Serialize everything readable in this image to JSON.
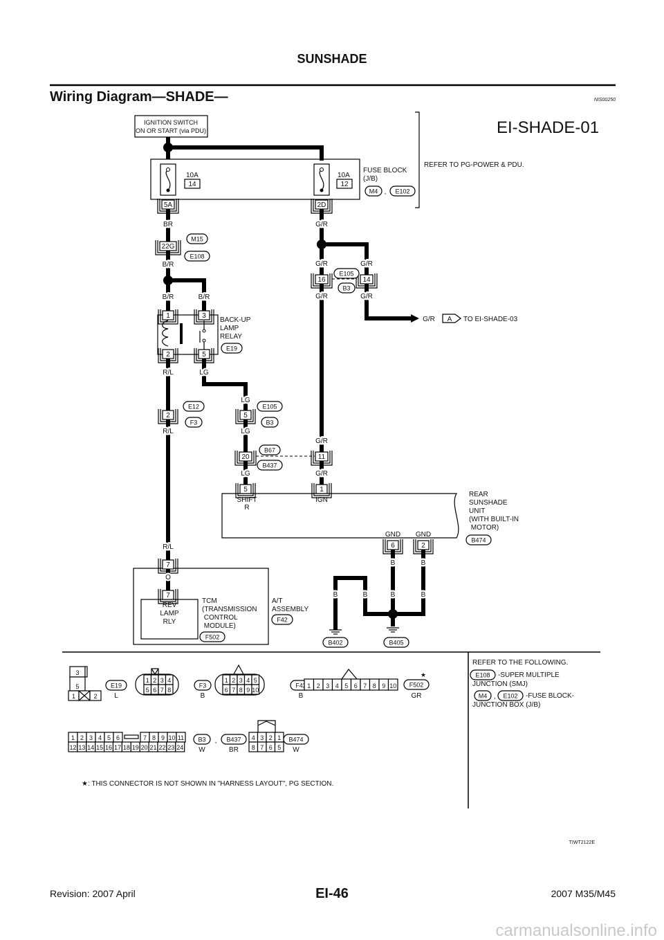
{
  "header": {
    "section_title": "SUNSHADE",
    "page_heading": "Wiring Diagram—SHADE—",
    "ref_code": "NIS00250"
  },
  "diagram": {
    "title": "EI-SHADE-01",
    "ignition_switch": [
      "IGNITION SWITCH",
      "ON OR START (via PDU)"
    ],
    "fuses": [
      {
        "rating": "10A",
        "number": "14"
      },
      {
        "rating": "10A",
        "number": "12"
      }
    ],
    "fuse_block_label": [
      "FUSE BLOCK",
      "(J/B)"
    ],
    "refer_power": "REFER TO PG-POWER & PDU.",
    "pins": [
      "5A",
      "2D",
      "22G",
      "16",
      "14",
      "1",
      "3",
      "2",
      "5",
      "2",
      "5",
      "20",
      "11",
      "5",
      "1",
      "6",
      "2",
      "7",
      "7"
    ],
    "wire_colors": [
      "BR",
      "G/R",
      "B/R",
      "G/R",
      "G/R",
      "B/R",
      "B/R",
      "G/R",
      "G/R",
      "R/L",
      "LG",
      "LG",
      "R/L",
      "LG",
      "G/R",
      "LG",
      "G/R",
      "R/L",
      "O",
      "B",
      "B",
      "B",
      "B",
      "B",
      "B",
      "G/R"
    ],
    "connector_ids": [
      "M4",
      "E102",
      "M15",
      "E108",
      "E105",
      "B3",
      "E19",
      "E12",
      "F3",
      "E105",
      "B3",
      "B67",
      "B437",
      "B474",
      "F502",
      "F42",
      "B402",
      "B405"
    ],
    "relay_label": [
      "BACK-UP",
      "LAMP",
      "RELAY"
    ],
    "sunshade_label": [
      "REAR",
      "SUNSHADE",
      "UNIT",
      "(WITH BUILT-IN",
      " MOTOR)"
    ],
    "pin_functions": [
      "SHIFT",
      "R",
      "IGN",
      "GND",
      "GND"
    ],
    "tcm_inner": [
      "REV",
      "LAMP",
      "RLY"
    ],
    "tcm_label": [
      "TCM",
      "(TRANSMISSION",
      " CONTROL",
      " MODULE)"
    ],
    "at_label": [
      "A/T",
      "ASSEMBLY"
    ],
    "off_page": {
      "marker": "A",
      "text": "TO EI-SHADE-03"
    }
  },
  "connector_views": {
    "e19": {
      "id": "E19",
      "color": "L",
      "pins": [
        "3",
        "5",
        "1",
        "2"
      ]
    },
    "f3": {
      "id": "F3",
      "color": "B",
      "pins": [
        "1",
        "2",
        "3",
        "4",
        "5",
        "6",
        "7",
        "8"
      ]
    },
    "f42": {
      "id": "F42",
      "color": "B",
      "pins": [
        "1",
        "2",
        "3",
        "4",
        "5",
        "6",
        "7",
        "8",
        "9",
        "10"
      ]
    },
    "f502": {
      "id": "F502",
      "color": "GR",
      "star": "★",
      "pins": [
        "1",
        "2",
        "3",
        "4",
        "5",
        "6",
        "7",
        "8",
        "9",
        "10"
      ]
    },
    "b3": {
      "ids": [
        "B3",
        "B437"
      ],
      "colors": [
        "W",
        "BR"
      ],
      "sep": ",",
      "pins": [
        "1",
        "2",
        "3",
        "4",
        "5",
        "6",
        "7",
        "8",
        "9",
        "10",
        "11",
        "12",
        "13",
        "14",
        "15",
        "16",
        "17",
        "18",
        "19",
        "20",
        "21",
        "22",
        "23",
        "24"
      ]
    },
    "b474": {
      "id": "B474",
      "color": "W",
      "pins": [
        "4",
        "3",
        "2",
        "1",
        "8",
        "7",
        "6",
        "5"
      ]
    }
  },
  "refer_following": {
    "title": "REFER TO THE FOLLOWING.",
    "items": [
      {
        "ids": [
          "E108"
        ],
        "desc": "-SUPER MULTIPLE",
        "desc2": "JUNCTION (SMJ)"
      },
      {
        "ids": [
          "M4",
          "E102"
        ],
        "sep": ",",
        "desc": "-FUSE BLOCK-",
        "desc2": "JUNCTION BOX (J/B)"
      }
    ]
  },
  "footnote": "★: THIS CONNECTOR IS NOT SHOWN IN \"HARNESS LAYOUT\", PG SECTION.",
  "figure_code": "TIWT2122E",
  "footer": {
    "revision": "Revision: 2007 April",
    "page": "EI-46",
    "model": "2007 M35/M45",
    "watermark": "carmanualsonline.info"
  }
}
